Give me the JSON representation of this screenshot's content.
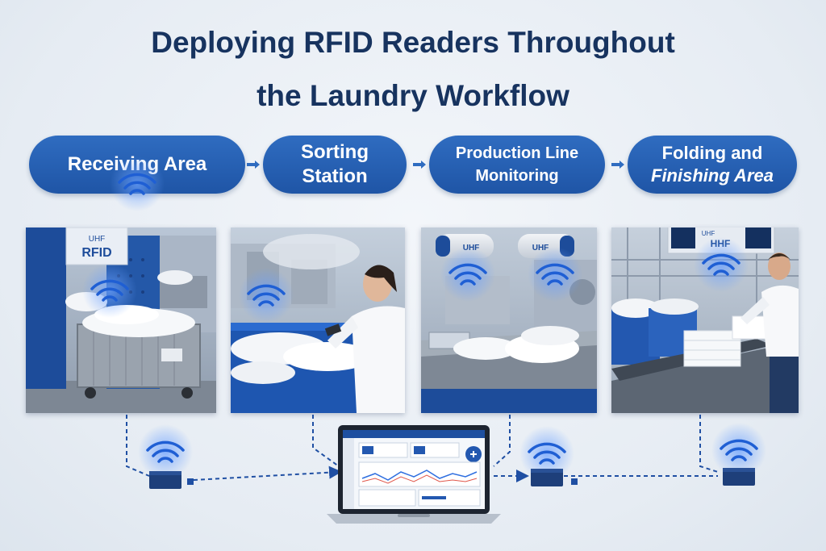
{
  "title": {
    "line1": "Deploying RFID Readers Throughout",
    "line2": "the Laundry Workflow"
  },
  "stages": [
    {
      "line1": "Receiving Area",
      "line2": ""
    },
    {
      "line1": "Sorting",
      "line2": "Station"
    },
    {
      "line1": "Production Line",
      "line2": "Monitoring"
    },
    {
      "line1": "Folding and",
      "line2": "Finishing Area"
    }
  ],
  "signs": {
    "receiving": "UHF RFID",
    "receiving_small": "UHF",
    "receiving_big": "RFID",
    "production_reader": "UHF",
    "finishing_small": "UHF",
    "finishing_big": "HHF"
  },
  "colors": {
    "title": "#17335f",
    "pill": "#2563b7",
    "connector": "#1f4fa3",
    "wave": "#2f6fe0"
  },
  "icons": [
    "wifi-signal-icon",
    "arrow-right-icon",
    "rfid-reader-box-icon",
    "laptop-icon"
  ]
}
